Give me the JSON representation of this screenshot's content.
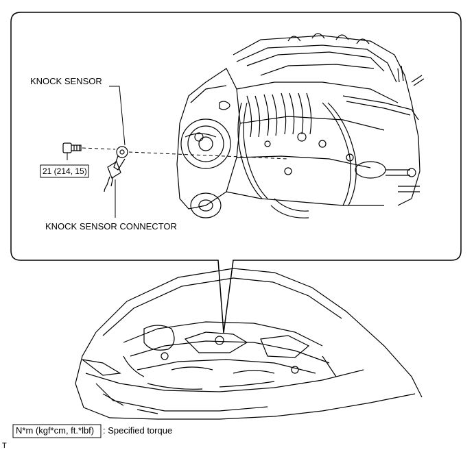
{
  "labels": {
    "knock_sensor": "KNOCK SENSOR",
    "knock_sensor_connector": "KNOCK SENSOR CONNECTOR",
    "torque_value": "21 (214, 15)"
  },
  "legend": {
    "torque_units": "N*m (kgf*cm, ft.*lbf)",
    "torque_desc": ": Specified torque"
  },
  "corner_mark": "T"
}
